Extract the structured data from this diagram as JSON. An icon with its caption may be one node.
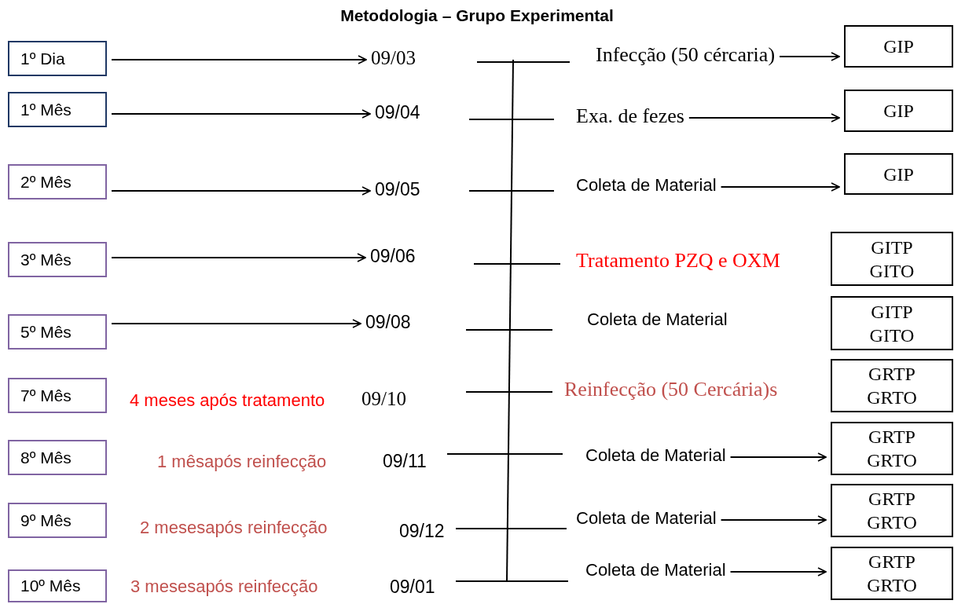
{
  "diagram": {
    "title": "Metodologia – Grupo Experimental",
    "nodes": [
      {
        "text": [
          "1º Dia"
        ]
      },
      {
        "text": [
          "09/03"
        ]
      },
      {
        "text": [
          "Infecção (50 cércaria)"
        ]
      },
      {
        "text": [
          "GIP"
        ]
      },
      {
        "text": [
          "1º Mês"
        ]
      },
      {
        "text": [
          "09/04"
        ]
      },
      {
        "text": [
          "Exa. de  fezes"
        ]
      },
      {
        "text": [
          "GIP"
        ]
      },
      {
        "text": [
          "2º Mês"
        ]
      },
      {
        "text": [
          "09/05"
        ]
      },
      {
        "text": [
          "Coleta de Material"
        ]
      },
      {
        "text": [
          "GIP"
        ]
      },
      {
        "text": [
          "3º Mês"
        ]
      },
      {
        "text": [
          "09/06"
        ]
      },
      {
        "text": [
          "Tratamento PZQ e OXM"
        ]
      },
      {
        "text": [
          "GITP",
          "GITO"
        ]
      },
      {
        "text": [
          "5º Mês"
        ]
      },
      {
        "text": [
          "09/08"
        ]
      },
      {
        "text": [
          "Coleta de Material"
        ]
      },
      {
        "text": [
          "GITP",
          "GITO"
        ]
      },
      {
        "text": [
          "7º Mês"
        ]
      },
      {
        "text": [
          "09/10"
        ]
      },
      {
        "text": [
          "Reinfecção (50 Cercária)s"
        ]
      },
      {
        "text": [
          "GRTP",
          "GRTO"
        ]
      },
      {
        "text": [
          "8º Mês"
        ]
      },
      {
        "text": [
          "09/11"
        ]
      },
      {
        "text": [
          "Coleta de Material"
        ]
      },
      {
        "text": [
          "GRTP",
          "GRTO"
        ]
      },
      {
        "text": [
          "9º Mês"
        ]
      },
      {
        "text": [
          "09/12"
        ]
      },
      {
        "text": [
          "Coleta de Material"
        ]
      },
      {
        "text": [
          "GRTP",
          "GRTO"
        ]
      },
      {
        "text": [
          "10º Mês"
        ]
      },
      {
        "text": [
          "09/01"
        ]
      },
      {
        "text": [
          "Coleta de Material"
        ]
      },
      {
        "text": [
          "GRTP",
          "GRTO"
        ]
      }
    ],
    "edges": [
      {
        "from": 0,
        "to": 1,
        "arrow": "to"
      },
      {
        "from": 4,
        "to": 5,
        "arrow": "to"
      },
      {
        "from": 8,
        "to": 9,
        "arrow": "to"
      },
      {
        "from": 12,
        "to": 13,
        "arrow": "to"
      },
      {
        "from": 16,
        "to": 17,
        "arrow": "to"
      },
      {
        "from": 2,
        "to": 3,
        "arrow": "to"
      },
      {
        "from": 6,
        "to": 7,
        "arrow": "to"
      },
      {
        "from": 10,
        "to": 11,
        "arrow": "to"
      },
      {
        "from": 26,
        "to": 27,
        "arrow": "to"
      },
      {
        "from": 30,
        "to": 31,
        "arrow": "to"
      },
      {
        "from": 34,
        "to": 35,
        "arrow": "to"
      }
    ],
    "labels": [
      "4 meses após tratamento",
      "1 mêsapós reinfecção",
      "2 mesesapós reinfecção",
      "3 mesesapós reinfecção"
    ]
  }
}
